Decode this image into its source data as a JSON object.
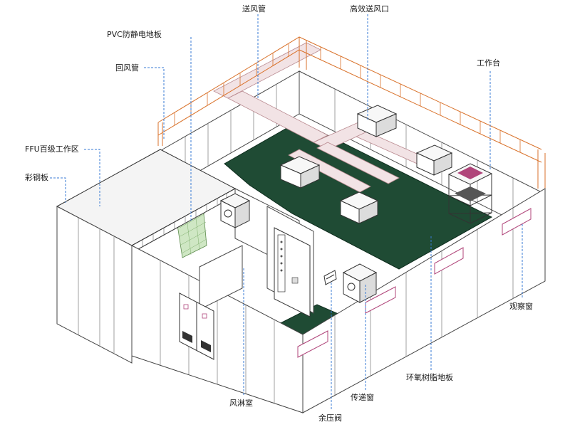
{
  "labels": {
    "supply_duct": "送风管",
    "hepa_outlet": "高效送风口",
    "pvc_floor": "PVC防静电地板",
    "return_duct": "回风管",
    "workbench": "工作台",
    "ffu_zone": "FFU百级工作区",
    "steel_panel": "彩钢板",
    "observation_window": "观察窗",
    "epoxy_floor": "环氧树脂地板",
    "pass_box": "传递窗",
    "air_shower": "风淋室",
    "pressure_valve": "余压阀"
  },
  "colors": {
    "epoxy_floor": "#1f4b34",
    "duct_outline": "#d9722b",
    "leader_line": "#3a7bd5",
    "pvc_floor": "#cfe7c4"
  }
}
